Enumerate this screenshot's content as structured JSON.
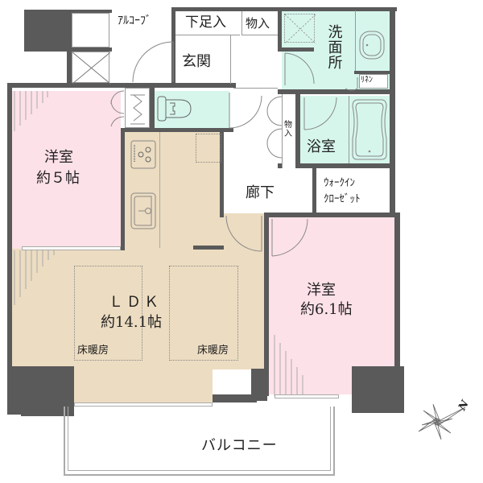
{
  "plan": {
    "rooms": {
      "alcove": "ｱﾙｺｰﾌﾞ",
      "shoe_storage": "下足入",
      "storage_top": "物入",
      "entrance": "玄関",
      "washroom": "洗面所",
      "linen": "ﾘﾈﾝ",
      "storage_hall": "物入",
      "bathroom": "浴室",
      "hallway": "廊下",
      "walk_in_closet_line1": "ｳｫｰｸｲﾝ",
      "walk_in_closet_line2": "ｸﾛｰｾﾞｯﾄ",
      "western_room_1_name": "洋室",
      "western_room_1_size": "約５帖",
      "western_room_2_name": "洋室",
      "western_room_2_size": "約6.1帖",
      "ldk_name": "ＬＤＫ",
      "ldk_size": "約14.1帖",
      "floor_heating_1": "床暖房",
      "floor_heating_2": "床暖房",
      "balcony": "バルコニー"
    },
    "compass": {
      "label": "N",
      "icon": "compass-rose-icon"
    },
    "colors": {
      "wall": "#5a5a5a",
      "western_room": "#fde1e8",
      "wet_area": "#d6f6ec",
      "ldk": "#ecdcc1"
    }
  }
}
